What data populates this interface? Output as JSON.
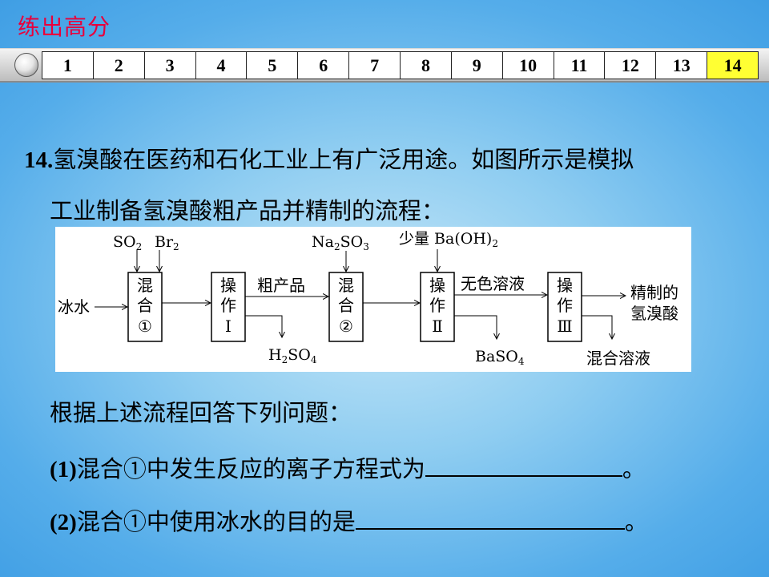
{
  "header": {
    "title": "练出高分"
  },
  "nav": {
    "items": [
      "1",
      "2",
      "3",
      "4",
      "5",
      "6",
      "7",
      "8",
      "9",
      "10",
      "11",
      "12",
      "13",
      "14"
    ],
    "active": "14"
  },
  "question": {
    "number": "14.",
    "line1": "氢溴酸在医药和石化工业上有广泛用途。如图所示是模拟",
    "line2": "工业制备氢溴酸粗产品并精制的流程："
  },
  "flowchart": {
    "input_so2": "SO",
    "input_so2_sub": "2",
    "input_br2": "Br",
    "input_br2_sub": "2",
    "input_ice": "冰水",
    "box1": [
      "混",
      "合",
      "①"
    ],
    "box2": [
      "操",
      "作",
      "Ⅰ"
    ],
    "label_crude": "粗产品",
    "output_h2so4": "H",
    "output_h2so4_sub1": "2",
    "output_h2so4_mid": "SO",
    "output_h2so4_sub2": "4",
    "input_na2so3": "Na",
    "input_na2so3_sub1": "2",
    "input_na2so3_mid": "SO",
    "input_na2so3_sub2": "3",
    "box3": [
      "混",
      "合",
      "②"
    ],
    "input_baoh2": "少量 Ba(OH)",
    "input_baoh2_sub": "2",
    "box4": [
      "操",
      "作",
      "Ⅱ"
    ],
    "output_baso4": "BaSO",
    "output_baso4_sub": "4",
    "label_colorless": "无色溶液",
    "box5": [
      "操",
      "作",
      "Ⅲ"
    ],
    "output_refined_1": "精制的",
    "output_refined_2": "氢溴酸",
    "output_mixed": "混合溶液"
  },
  "prompt": "根据上述流程回答下列问题：",
  "q1": {
    "label": "(1)",
    "text": "混合①中发生反应的离子方程式为",
    "end": "。"
  },
  "q2": {
    "label": "(2)",
    "text": "混合①中使用冰水的目的是",
    "end": "。"
  }
}
